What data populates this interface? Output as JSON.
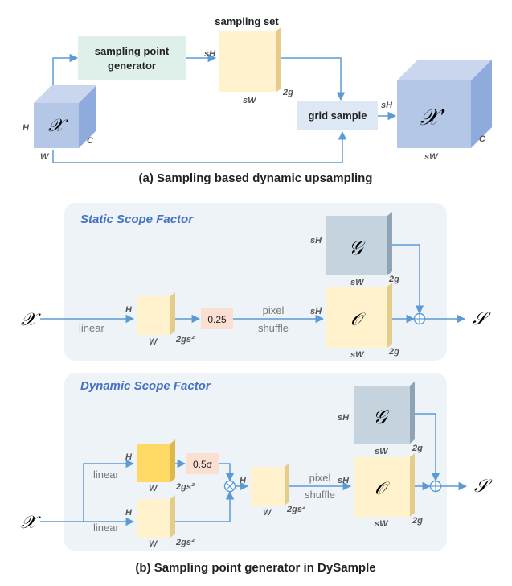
{
  "part_a": {
    "caption": "(a) Sampling based dynamic upsampling",
    "input_symbol": "𝒳",
    "input_dims": {
      "h": "H",
      "w": "W",
      "c": "C"
    },
    "generator_label_line1": "sampling point",
    "generator_label_line2": "generator",
    "sampling_set_label": "sampling set",
    "sampling_set_dims": {
      "h": "sH",
      "w": "sW",
      "c": "2g"
    },
    "grid_sample_label": "grid sample",
    "output_symbol": "𝒳′",
    "output_dims": {
      "h": "sH",
      "w": "sW",
      "c": "C"
    }
  },
  "part_b": {
    "caption": "(b) Sampling point generator in DySample",
    "static": {
      "title": "Static Scope Factor",
      "input_symbol": "𝒳",
      "linear_label": "linear",
      "feat_dims": {
        "h": "H",
        "w": "W",
        "c": "2gs²"
      },
      "factor": "0.25",
      "shuffle_line1": "pixel",
      "shuffle_line2": "shuffle",
      "g_symbol": "𝒢",
      "g_dims": {
        "h": "sH",
        "w": "sW",
        "c": "2g"
      },
      "o_symbol": "𝒪",
      "o_dims": {
        "h": "sH",
        "w": "sW",
        "c": "2g"
      },
      "output_symbol": "𝒮"
    },
    "dynamic": {
      "title": "Dynamic Scope Factor",
      "input_symbol": "𝒳",
      "linear_top_label": "linear",
      "linear_bottom_label": "linear",
      "top_dims": {
        "h": "H",
        "w": "W",
        "c": "2gs²"
      },
      "bottom_dims": {
        "h": "H",
        "w": "W",
        "c": "2gs²"
      },
      "factor": "0.5σ",
      "mid_dims": {
        "h": "H",
        "w": "W",
        "c": "2gs²"
      },
      "shuffle_line1": "pixel",
      "shuffle_line2": "shuffle",
      "g_symbol": "𝒢",
      "g_dims": {
        "h": "sH",
        "w": "sW",
        "c": "2g"
      },
      "o_symbol": "𝒪",
      "o_dims": {
        "h": "sH",
        "w": "sW",
        "c": "2g"
      },
      "output_symbol": "𝒮"
    }
  },
  "colors": {
    "blue_front": "#b4c7e7",
    "blue_top": "#c9d6ee",
    "blue_side": "#8faadc",
    "yellow_front": "#fff2cc",
    "yellow_side": "#e5cc8a",
    "yellow_dark_front": "#ffd966",
    "gray_front": "#c5d3de",
    "gray_side": "#8ea3b5",
    "teal_box": "#dff0ea",
    "grid_box": "#dde8f4",
    "factor_box": "#fbe0d2",
    "panel_bg": "#eef3f8",
    "arrow": "#5b9bd5",
    "scope_title": "#4472c4"
  }
}
